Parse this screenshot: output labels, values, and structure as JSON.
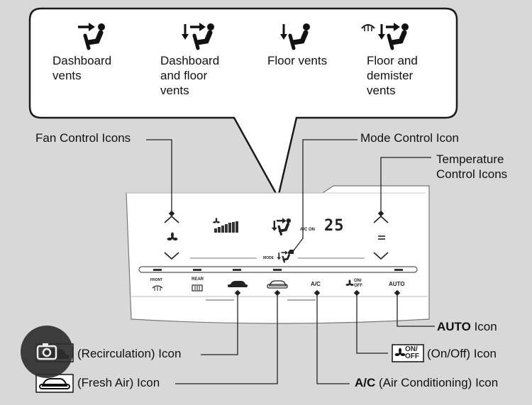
{
  "bubble": {
    "items": [
      {
        "label": "Dashboard vents",
        "icon": "dashboard-vents-icon"
      },
      {
        "label": "Dashboard and floor vents",
        "icon": "dashboard-floor-vents-icon"
      },
      {
        "label": "Floor vents",
        "icon": "floor-vents-icon"
      },
      {
        "label": "Floor and demister vents",
        "icon": "floor-demister-vents-icon"
      }
    ]
  },
  "callouts": {
    "fan": "Fan Control Icons",
    "mode": "Mode Control Icon",
    "temp": "Temperature\nControl Icons",
    "auto_bold": "AUTO",
    "auto_rest": " Icon",
    "onoff": "(On/Off) Icon",
    "ac_bold": "A/C",
    "ac_rest": " (Air Conditioning) Icon",
    "recirc": "(Recirculation) Icon",
    "fresh": "(Fresh Air) Icon"
  },
  "panel": {
    "temp_display": "25",
    "ac_on": "A/C ON",
    "mode_label": "MODE",
    "front_label": "FRONT",
    "rear_label": "REAR",
    "ac_button": "A/C",
    "onoff_on": "ON/",
    "onoff_off": "OFF",
    "auto_button": "AUTO"
  },
  "colors": {
    "background": "#d8d8d8",
    "panel": "#ffffff",
    "line": "#222222"
  }
}
